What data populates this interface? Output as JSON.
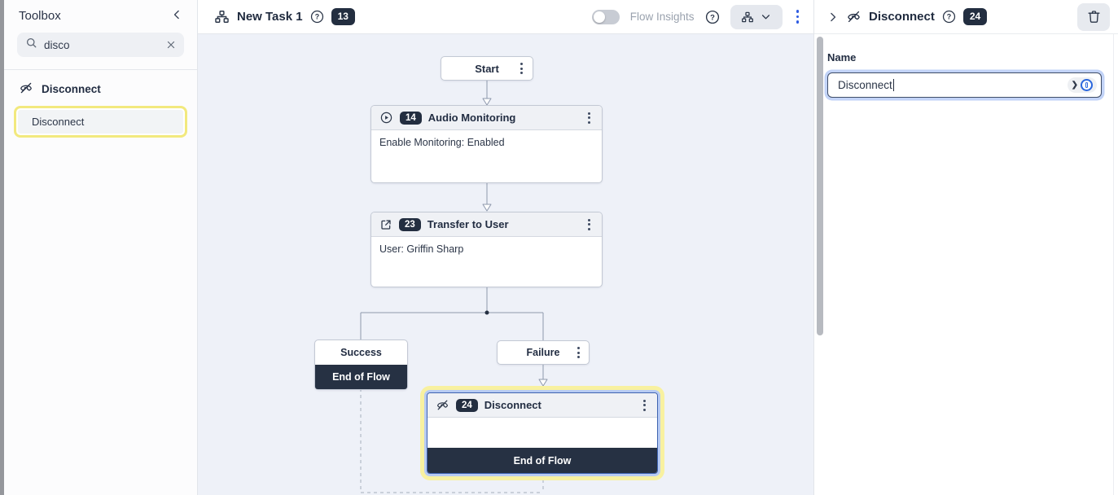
{
  "toolbox": {
    "title": "Toolbox",
    "search": {
      "value": "disco"
    },
    "section_label": "Disconnect",
    "items": [
      {
        "label": "Disconnect"
      }
    ]
  },
  "topbar": {
    "task_name": "New Task 1",
    "task_badge": "13",
    "flow_insights_label": "Flow Insights"
  },
  "canvas": {
    "start": {
      "title": "Start"
    },
    "audio": {
      "badge": "14",
      "title": "Audio Monitoring",
      "body": "Enable Monitoring: Enabled"
    },
    "transfer": {
      "badge": "23",
      "title": "Transfer to User",
      "body": "User: Griffin Sharp"
    },
    "success": {
      "title": "Success",
      "footer": "End of Flow"
    },
    "failure": {
      "title": "Failure"
    },
    "disconnect": {
      "badge": "24",
      "title": "Disconnect",
      "footer": "End of Flow"
    }
  },
  "panel": {
    "title": "Disconnect",
    "badge": "24",
    "name_label": "Name",
    "name_value": "Disconnect"
  },
  "colors": {
    "canvas_bg": "#eef1f8",
    "dark_navy": "#232e40",
    "accent_blue": "#2d5be2",
    "selection_blue": "#3f63b0",
    "highlight_yellow": "#f2e97e",
    "connector_gray": "#8e99ad"
  }
}
